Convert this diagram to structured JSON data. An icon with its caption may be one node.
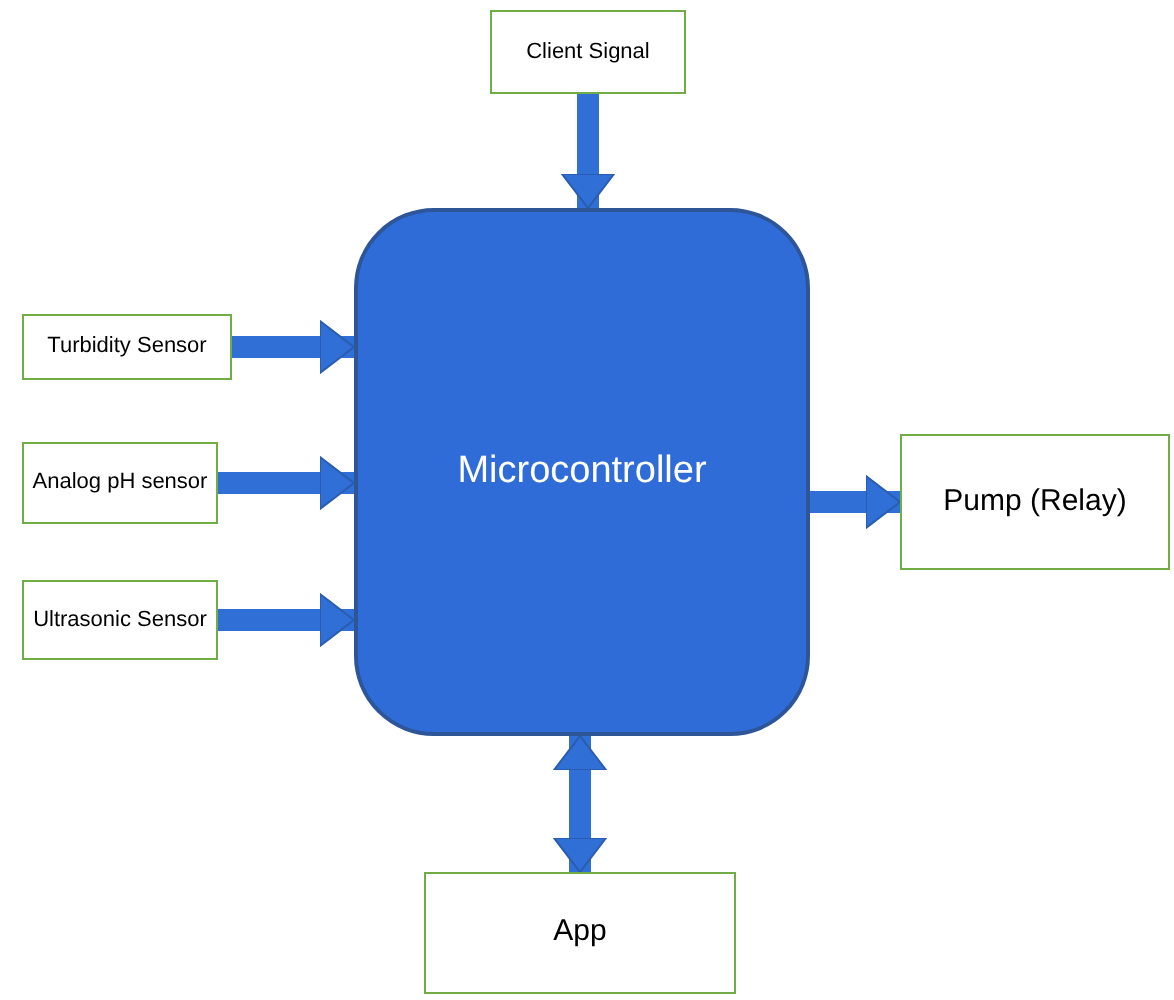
{
  "diagram": {
    "nodes": [
      {
        "text": [
          "Client Signal"
        ]
      },
      {
        "text": [
          "Microcontroller"
        ]
      },
      {
        "text": [
          "Turbidity Sensor"
        ]
      },
      {
        "text": [
          "Analog pH sensor"
        ]
      },
      {
        "text": [
          "Ultrasonic Sensor"
        ]
      },
      {
        "text": [
          "Pump (Relay)"
        ]
      },
      {
        "text": [
          "App"
        ]
      }
    ],
    "edges": [
      {
        "from": 0,
        "to": 1,
        "arrow": "to"
      },
      {
        "from": 2,
        "to": 1,
        "arrow": "to"
      },
      {
        "from": 3,
        "to": 1,
        "arrow": "to"
      },
      {
        "from": 4,
        "to": 1,
        "arrow": "to"
      },
      {
        "from": 1,
        "to": 5,
        "arrow": "to"
      },
      {
        "from": 1,
        "to": 6,
        "arrow": "both"
      }
    ]
  }
}
